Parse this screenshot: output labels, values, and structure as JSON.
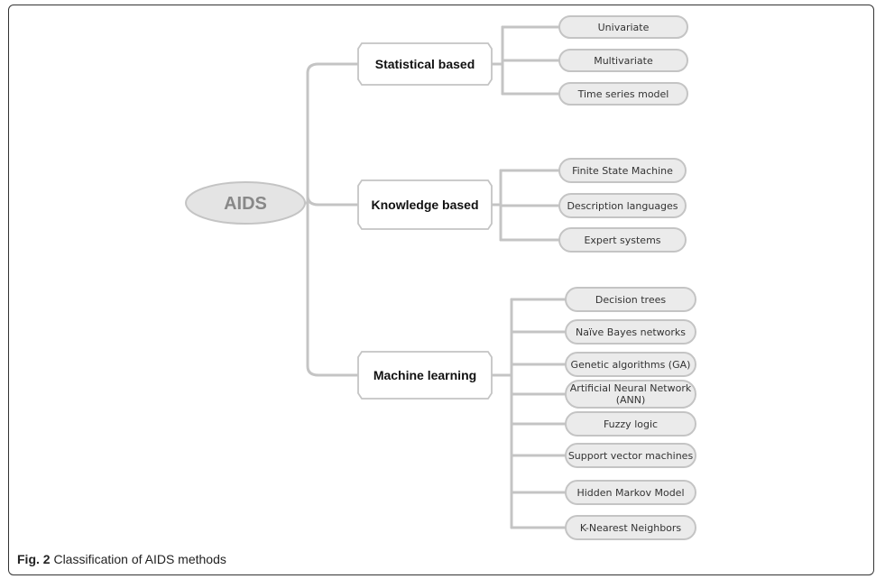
{
  "root": {
    "label": "AIDS"
  },
  "categories": [
    {
      "label": "Statistical based",
      "children": [
        "Univariate",
        "Multivariate",
        "Time series model"
      ]
    },
    {
      "label": "Knowledge based",
      "children": [
        "Finite State Machine",
        "Description languages",
        "Expert systems"
      ]
    },
    {
      "label": "Machine learning",
      "children": [
        "Decision trees",
        "Naïve Bayes networks",
        "Genetic algorithms (GA)",
        "Artificial Neural Network (ANN)",
        "Fuzzy logic",
        "Support vector machines",
        "Hidden Markov Model",
        "K-Nearest Neighbors"
      ]
    }
  ],
  "caption": {
    "figure_label": "Fig. 2",
    "text": "Classification of AIDS methods"
  }
}
